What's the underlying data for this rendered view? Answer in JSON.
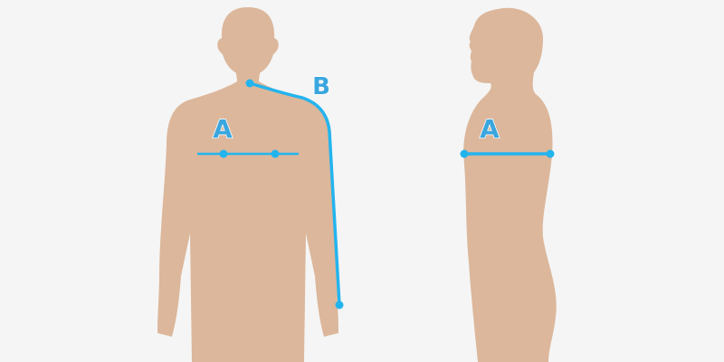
{
  "colors": {
    "background": "#f5f5f5",
    "skin": "#dcb79b",
    "measure": "#23b4ee",
    "label": "#3aa6de",
    "label_outline": "#ffffff"
  },
  "front_view": {
    "chest_label": "A",
    "sleeve_label": "B"
  },
  "side_view": {
    "chest_label": "A"
  }
}
